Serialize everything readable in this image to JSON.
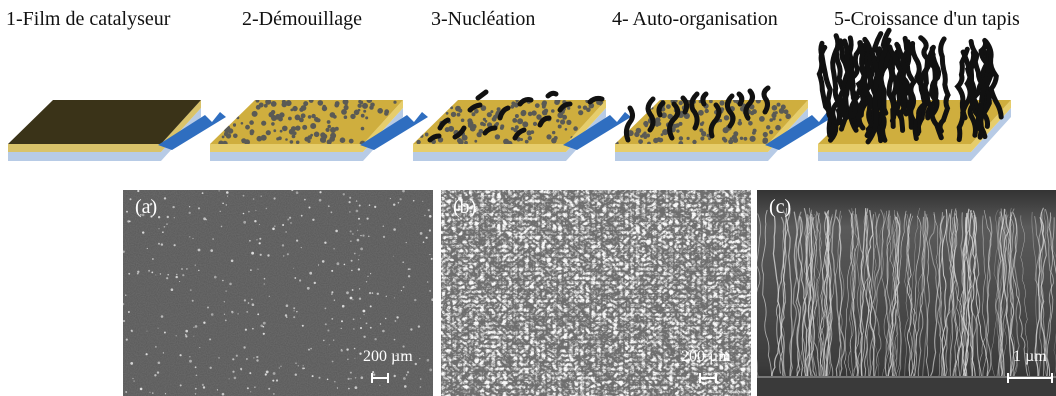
{
  "steps": [
    {
      "label": "1-Film de catalyseur"
    },
    {
      "label": "2-Démouillage"
    },
    {
      "label": "3-Nucléation"
    },
    {
      "label": "4- Auto-organisation"
    },
    {
      "label": "5-Croissance d'un tapis"
    }
  ],
  "panels": [
    {
      "letter": "(a)",
      "scale": "200 µm"
    },
    {
      "letter": "(b)",
      "scale": "200 µm"
    },
    {
      "letter": "(c)",
      "scale": "1 µm"
    }
  ],
  "colors": {
    "film_dark": "#3a3318",
    "gold": "#cfae3e",
    "gold_edge": "#e6cd6b",
    "substrate": "#b7cbe6",
    "arrow": "#2f6ec0",
    "tube": "#111111",
    "particle": "#5a5a55",
    "sem_bg": "#555555"
  }
}
